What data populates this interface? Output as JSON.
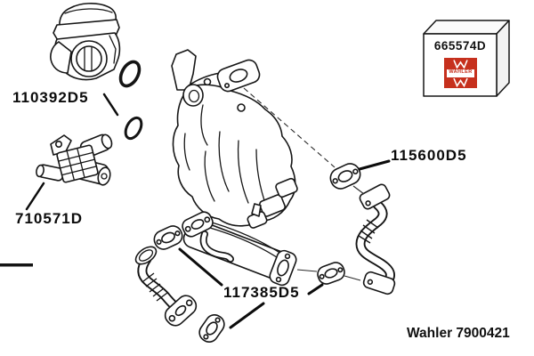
{
  "labels": {
    "part_110392d5": "110392D5",
    "part_710571d": "710571D",
    "part_115600d5": "115600D5",
    "part_117385d5": "117385D5",
    "package_part": "665574D",
    "footer_brand": "Wahler 7900421"
  },
  "brand": {
    "logo_text": "WAHLER",
    "logo_red": "#c6301d",
    "logo_white": "#ffffff"
  },
  "colors": {
    "background": "#ffffff",
    "line_art": "#161616",
    "label_text": "#0b0b0b"
  }
}
